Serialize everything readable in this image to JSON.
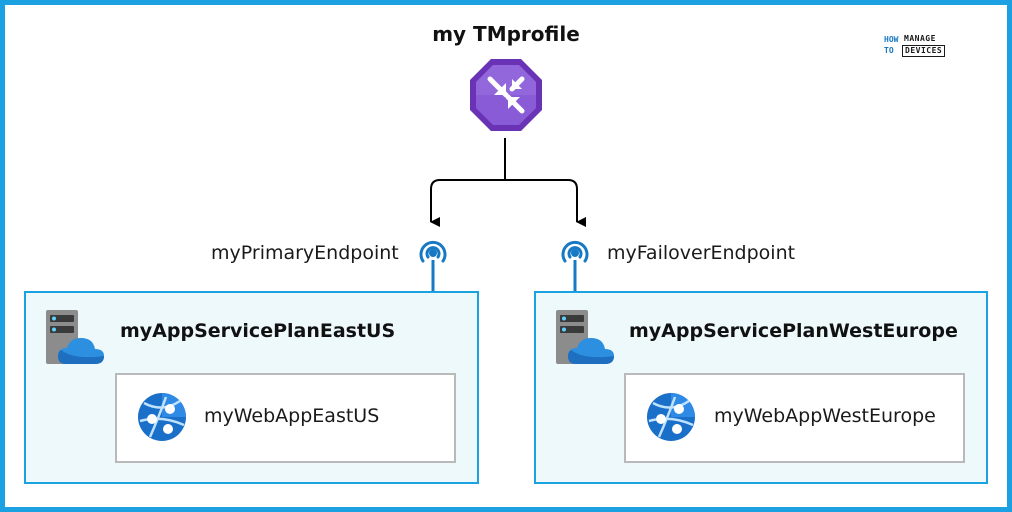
{
  "profile": {
    "title": "my TMprofile",
    "icon": "traffic-manager-icon",
    "icon_color": "#7b3fbf"
  },
  "logo": {
    "line1": "HOW",
    "line2": "TO",
    "line3": "MANAGE",
    "line4": "DEVICES"
  },
  "endpoints": [
    {
      "label": "myPrimaryEndpoint",
      "icon": "endpoint-icon"
    },
    {
      "label": "myFailoverEndpoint",
      "icon": "endpoint-icon"
    }
  ],
  "plans": [
    {
      "title": "myAppServicePlanEastUS",
      "icon": "app-service-plan-icon",
      "app": {
        "label": "myWebAppEastUS",
        "icon": "web-app-icon"
      }
    },
    {
      "title": "myAppServicePlanWestEurope",
      "icon": "app-service-plan-icon",
      "app": {
        "label": "myWebAppWestEurope",
        "icon": "web-app-icon"
      }
    }
  ],
  "colors": {
    "border": "#1ba1e2",
    "endpoint": "#1779c4",
    "plan_fill": "#eef9fc"
  }
}
